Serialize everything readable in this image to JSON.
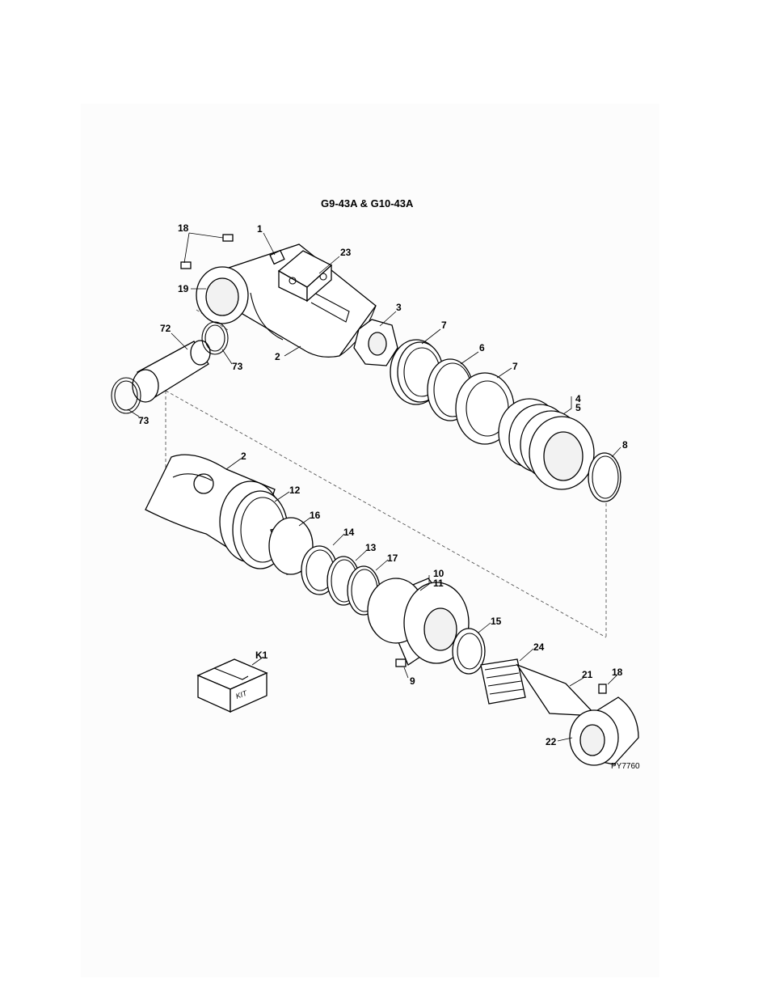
{
  "title": "G9-43A & G10-43A",
  "drawing_code": "PY7760",
  "kit_text": "KIT",
  "callouts": {
    "c18a": "18",
    "c1": "1",
    "c23": "23",
    "c19": "19",
    "c3": "3",
    "c72": "72",
    "c7a": "7",
    "c6": "6",
    "c2a": "2",
    "c73a": "73",
    "c7b": "7",
    "c4": "4",
    "c5": "5",
    "c73b": "73",
    "c8": "8",
    "c2b": "2",
    "c12": "12",
    "c16": "16",
    "c14": "14",
    "c13": "13",
    "c17": "17",
    "c10": "10",
    "c11": "11",
    "c15": "15",
    "cK1": "K1",
    "c24": "24",
    "c9": "9",
    "c21": "21",
    "c18b": "18",
    "c22": "22"
  }
}
